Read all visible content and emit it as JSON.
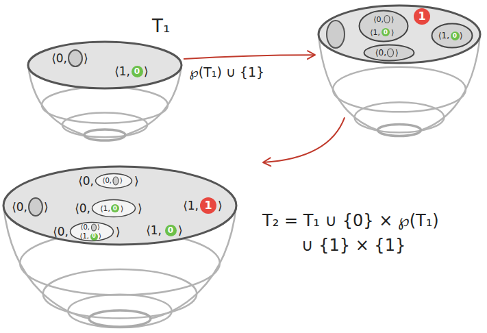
{
  "diagram": {
    "nodes": [
      {
        "text": [
          "T₁",
          "⟨0,",
          "⟩",
          "⟨1,",
          "⟩"
        ]
      },
      {
        "text": [
          "0"
        ],
        "in": 0
      },
      {
        "text": []
      },
      {
        "text": [
          "⟨0,",
          "⟩",
          "⟨1,",
          "⟩"
        ],
        "in": 2
      },
      {
        "text": [
          "0"
        ],
        "in": 3
      },
      {
        "text": [
          "1"
        ],
        "in": 2
      },
      {
        "text": [
          "⟨1,",
          "⟩"
        ],
        "in": 2
      },
      {
        "text": [
          "0"
        ],
        "in": 6
      },
      {
        "text": [
          "⟨0,",
          "⟩"
        ],
        "in": 2
      },
      {
        "text": [
          "⟨0,",
          "⟩",
          "⟨0,",
          "⟩",
          "⟨0,",
          "⟩",
          "⟨1,",
          "⟩",
          "⟨0,",
          "⟩",
          "⟨1,",
          "⟩"
        ]
      },
      {
        "text": [
          "⟨0,",
          "⟩"
        ],
        "in": 9
      },
      {
        "text": [
          "⟨1,",
          "⟩"
        ],
        "in": 9
      },
      {
        "text": [
          "0"
        ],
        "in": 11
      },
      {
        "text": [
          "1"
        ],
        "in": 9
      },
      {
        "text": [
          "⟨0,",
          "⟩",
          "⟨1,",
          "⟩"
        ],
        "in": 9
      },
      {
        "text": [
          "0"
        ],
        "in": 14
      },
      {
        "text": [
          "0"
        ],
        "in": 9
      }
    ],
    "edges": [
      {
        "from": 0,
        "to": 2,
        "label": "℘(T₁) ∪ {1}",
        "arrow": "to"
      },
      {
        "from": 2,
        "to": 9,
        "arrow": "to"
      }
    ],
    "labels": [
      "T₂ = T₁ ∪ {0} × ℘(T₁)",
      "∪ {1} × {1}"
    ]
  }
}
